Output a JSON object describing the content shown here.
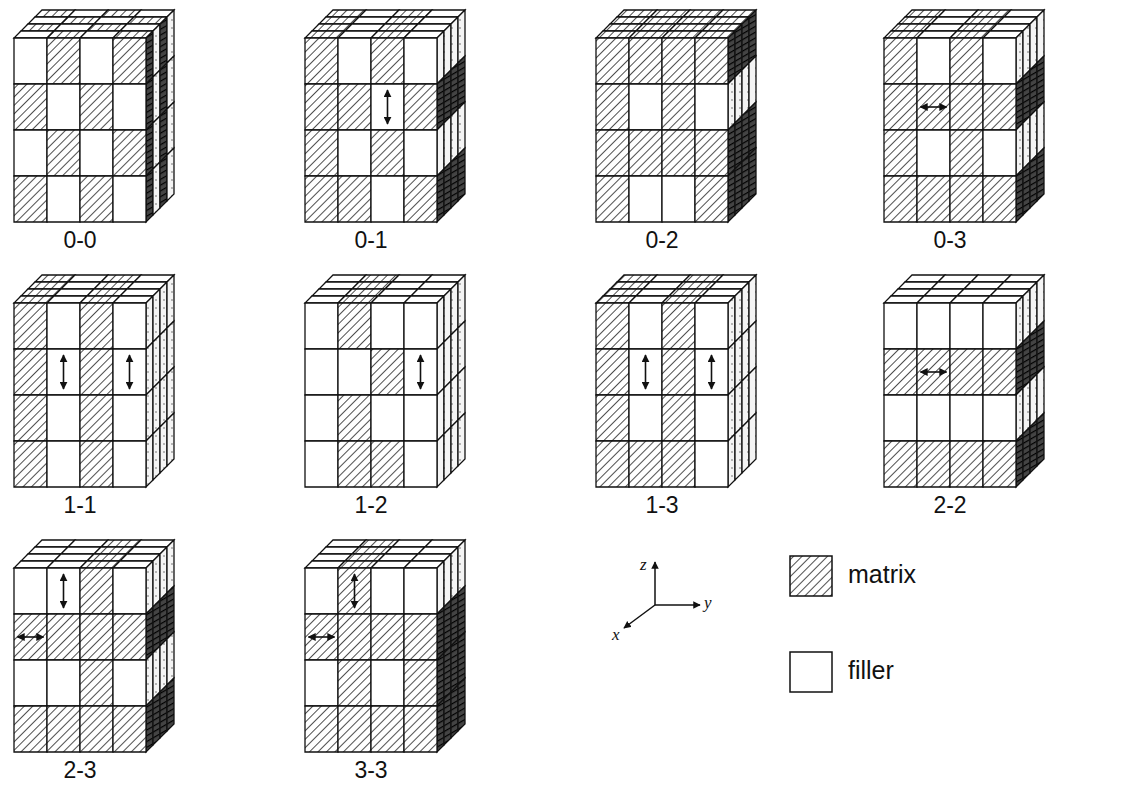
{
  "diagram": {
    "labels": [
      "0-0",
      "0-1",
      "0-2",
      "0-3",
      "1-1",
      "1-2",
      "1-3",
      "2-2",
      "2-3",
      "3-3",
      "z",
      "y",
      "x"
    ],
    "legend": [
      {
        "text": "matrix"
      },
      {
        "text": "filler"
      }
    ]
  }
}
